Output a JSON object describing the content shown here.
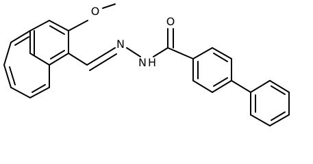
{
  "labels": {
    "oxygen_ether": "O",
    "methyl": "",
    "imine_n": "N",
    "amide_nh": "N",
    "amide_h": "H",
    "carbonyl_o": "O"
  }
}
